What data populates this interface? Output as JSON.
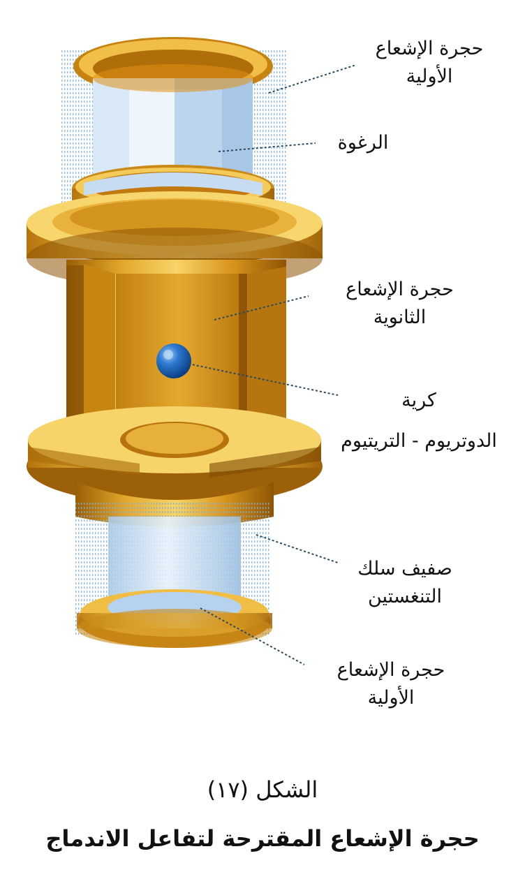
{
  "labels": {
    "primary_top": [
      "حجرة الإشعاع",
      "الأولية"
    ],
    "foam": [
      "الرغوة"
    ],
    "secondary": [
      "حجرة الإشعاع",
      "الثانوية"
    ],
    "pellet": [
      "كرية",
      "الدوتريوم - التريتيوم"
    ],
    "tungsten": [
      "صفيف سلك",
      "التنغستين"
    ],
    "primary_bottom": [
      "حجرة الإشعاع",
      "الأولية"
    ]
  },
  "caption": {
    "figure": "الشكل (١٧)",
    "title": "حجرة الإشعاع المقترحة لتفاعل الاندماج"
  },
  "colors": {
    "gold": "#E0A020",
    "gold_dark": "#A66A08",
    "gold_light": "#F6D060",
    "foam_blue": "#BFD9F0",
    "wire_blue": "#8EB8DE",
    "pellet_blue": "#1E66B8",
    "leader_line": "#2A4A5E"
  }
}
